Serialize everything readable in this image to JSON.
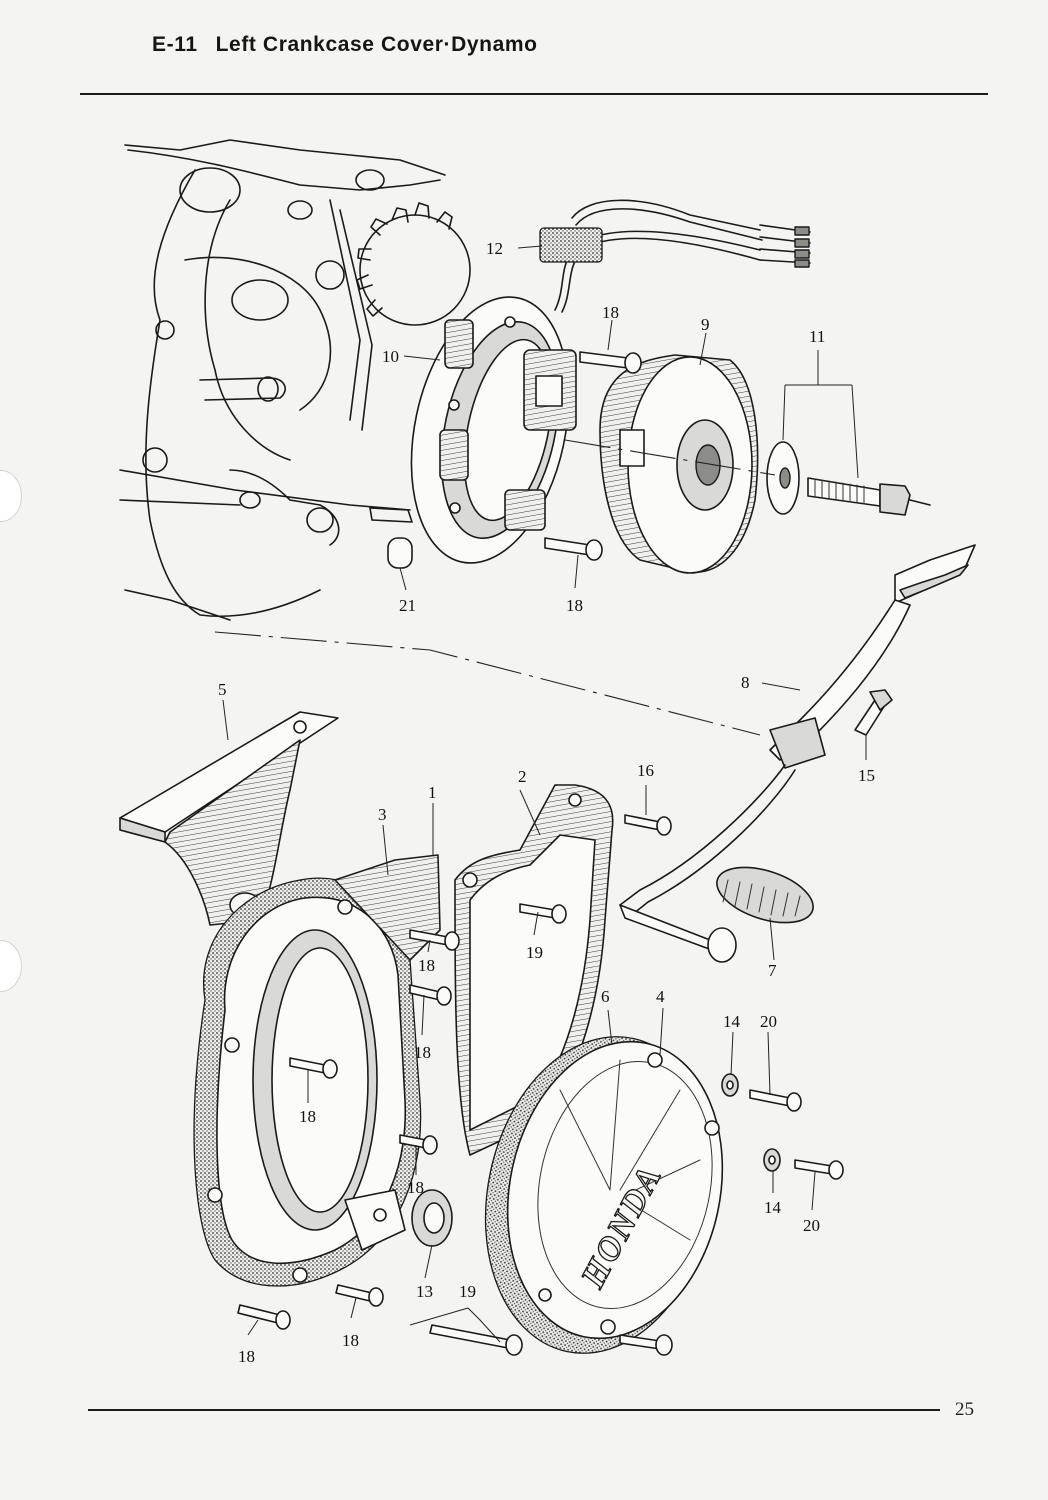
{
  "header": {
    "code": "E-11",
    "title": "Left Crankcase Cover·Dynamo"
  },
  "page_number": "25",
  "brand_mark": "HONDA",
  "callouts": {
    "c1": "1",
    "c2": "2",
    "c3": "3",
    "c4": "4",
    "c5": "5",
    "c6": "6",
    "c7": "7",
    "c8": "8",
    "c9": "9",
    "c10": "10",
    "c11": "11",
    "c12": "12",
    "c13": "13",
    "c14a": "14",
    "c14b": "14",
    "c15": "15",
    "c16": "16",
    "c18a": "18",
    "c18b": "18",
    "c18c": "18",
    "c18d": "18",
    "c18e": "18",
    "c18f": "18",
    "c18g": "18",
    "c18h": "18",
    "c19a": "19",
    "c19b": "19",
    "c20a": "20",
    "c20b": "20",
    "c21": "21"
  },
  "colors": {
    "paper": "#f4f4f2",
    "ink": "#1a1a1a"
  }
}
